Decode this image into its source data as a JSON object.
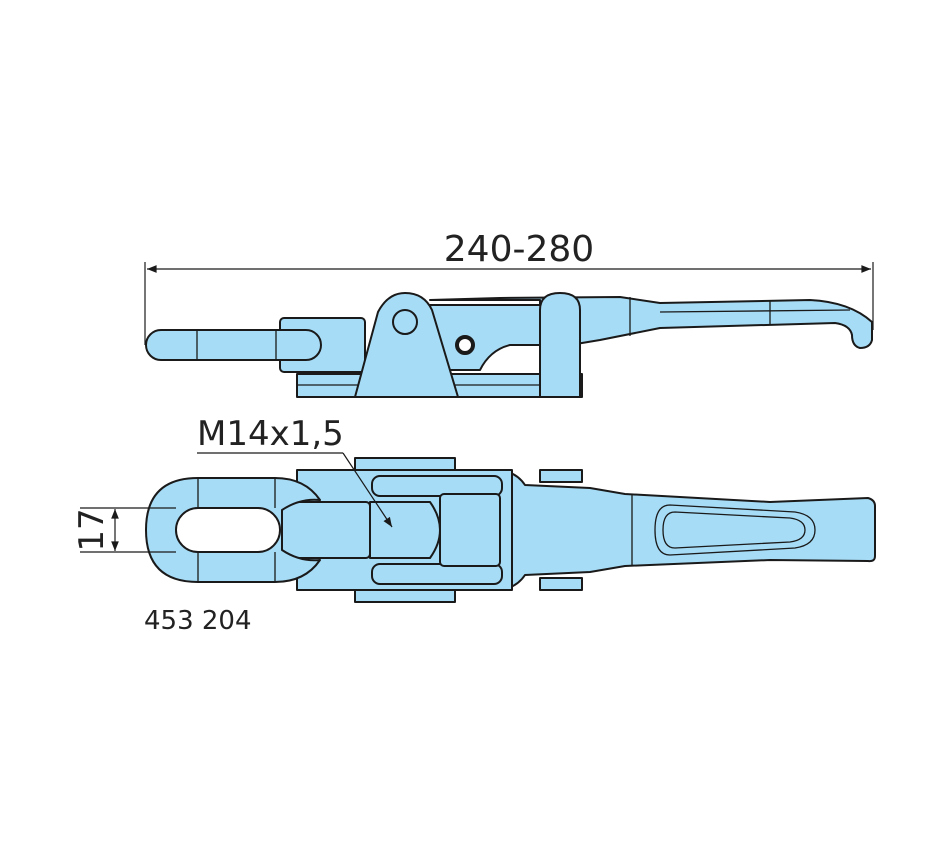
{
  "drawing": {
    "overall_length_dimension": "240-280",
    "thread_callout": "M14x1,5",
    "slot_width_dimension": "17",
    "part_number": "453 204",
    "fill_color": "#a6dcf6",
    "line_color": "#1a1a1a"
  }
}
